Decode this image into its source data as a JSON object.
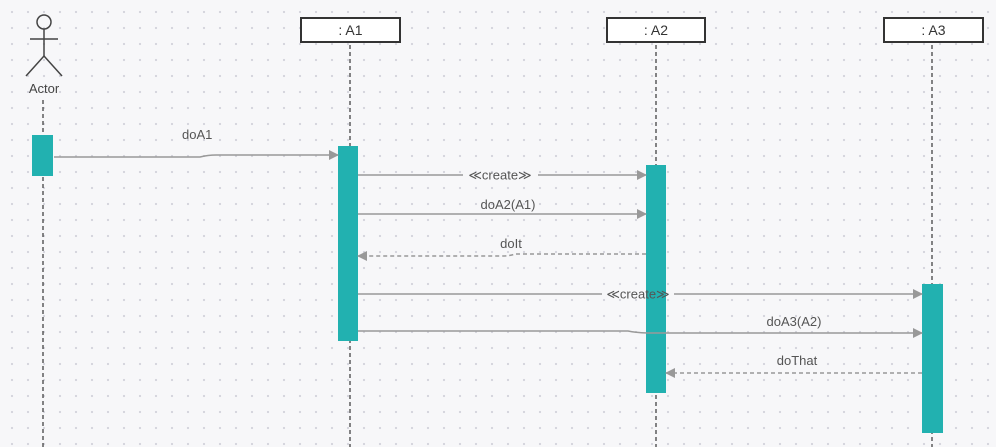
{
  "diagram": {
    "type": "sequence",
    "actor": {
      "name": "Actor"
    },
    "objects": [
      {
        "id": "A1",
        "label": ": A1"
      },
      {
        "id": "A2",
        "label": ": A2"
      },
      {
        "id": "A3",
        "label": ": A3"
      }
    ],
    "messages": [
      {
        "label": "doA1",
        "from": "Actor",
        "to": "A1",
        "kind": "sync"
      },
      {
        "label": "≪create≫",
        "from": "A1",
        "to": "A2",
        "kind": "create"
      },
      {
        "label": "doA2(A1)",
        "from": "A1",
        "to": "A2",
        "kind": "sync"
      },
      {
        "label": "doIt",
        "from": "A2",
        "to": "A1",
        "kind": "return"
      },
      {
        "label": "≪create≫",
        "from": "A1",
        "to": "A3",
        "kind": "create"
      },
      {
        "label": "doA3(A2)",
        "from": "A1",
        "to": "A3",
        "kind": "sync"
      },
      {
        "label": "doThat",
        "from": "A3",
        "to": "A2",
        "kind": "return"
      }
    ]
  },
  "colors": {
    "activation": "#22b1b0",
    "arrow": "#999999",
    "lifeline": "#444444",
    "box_border": "#333333"
  }
}
